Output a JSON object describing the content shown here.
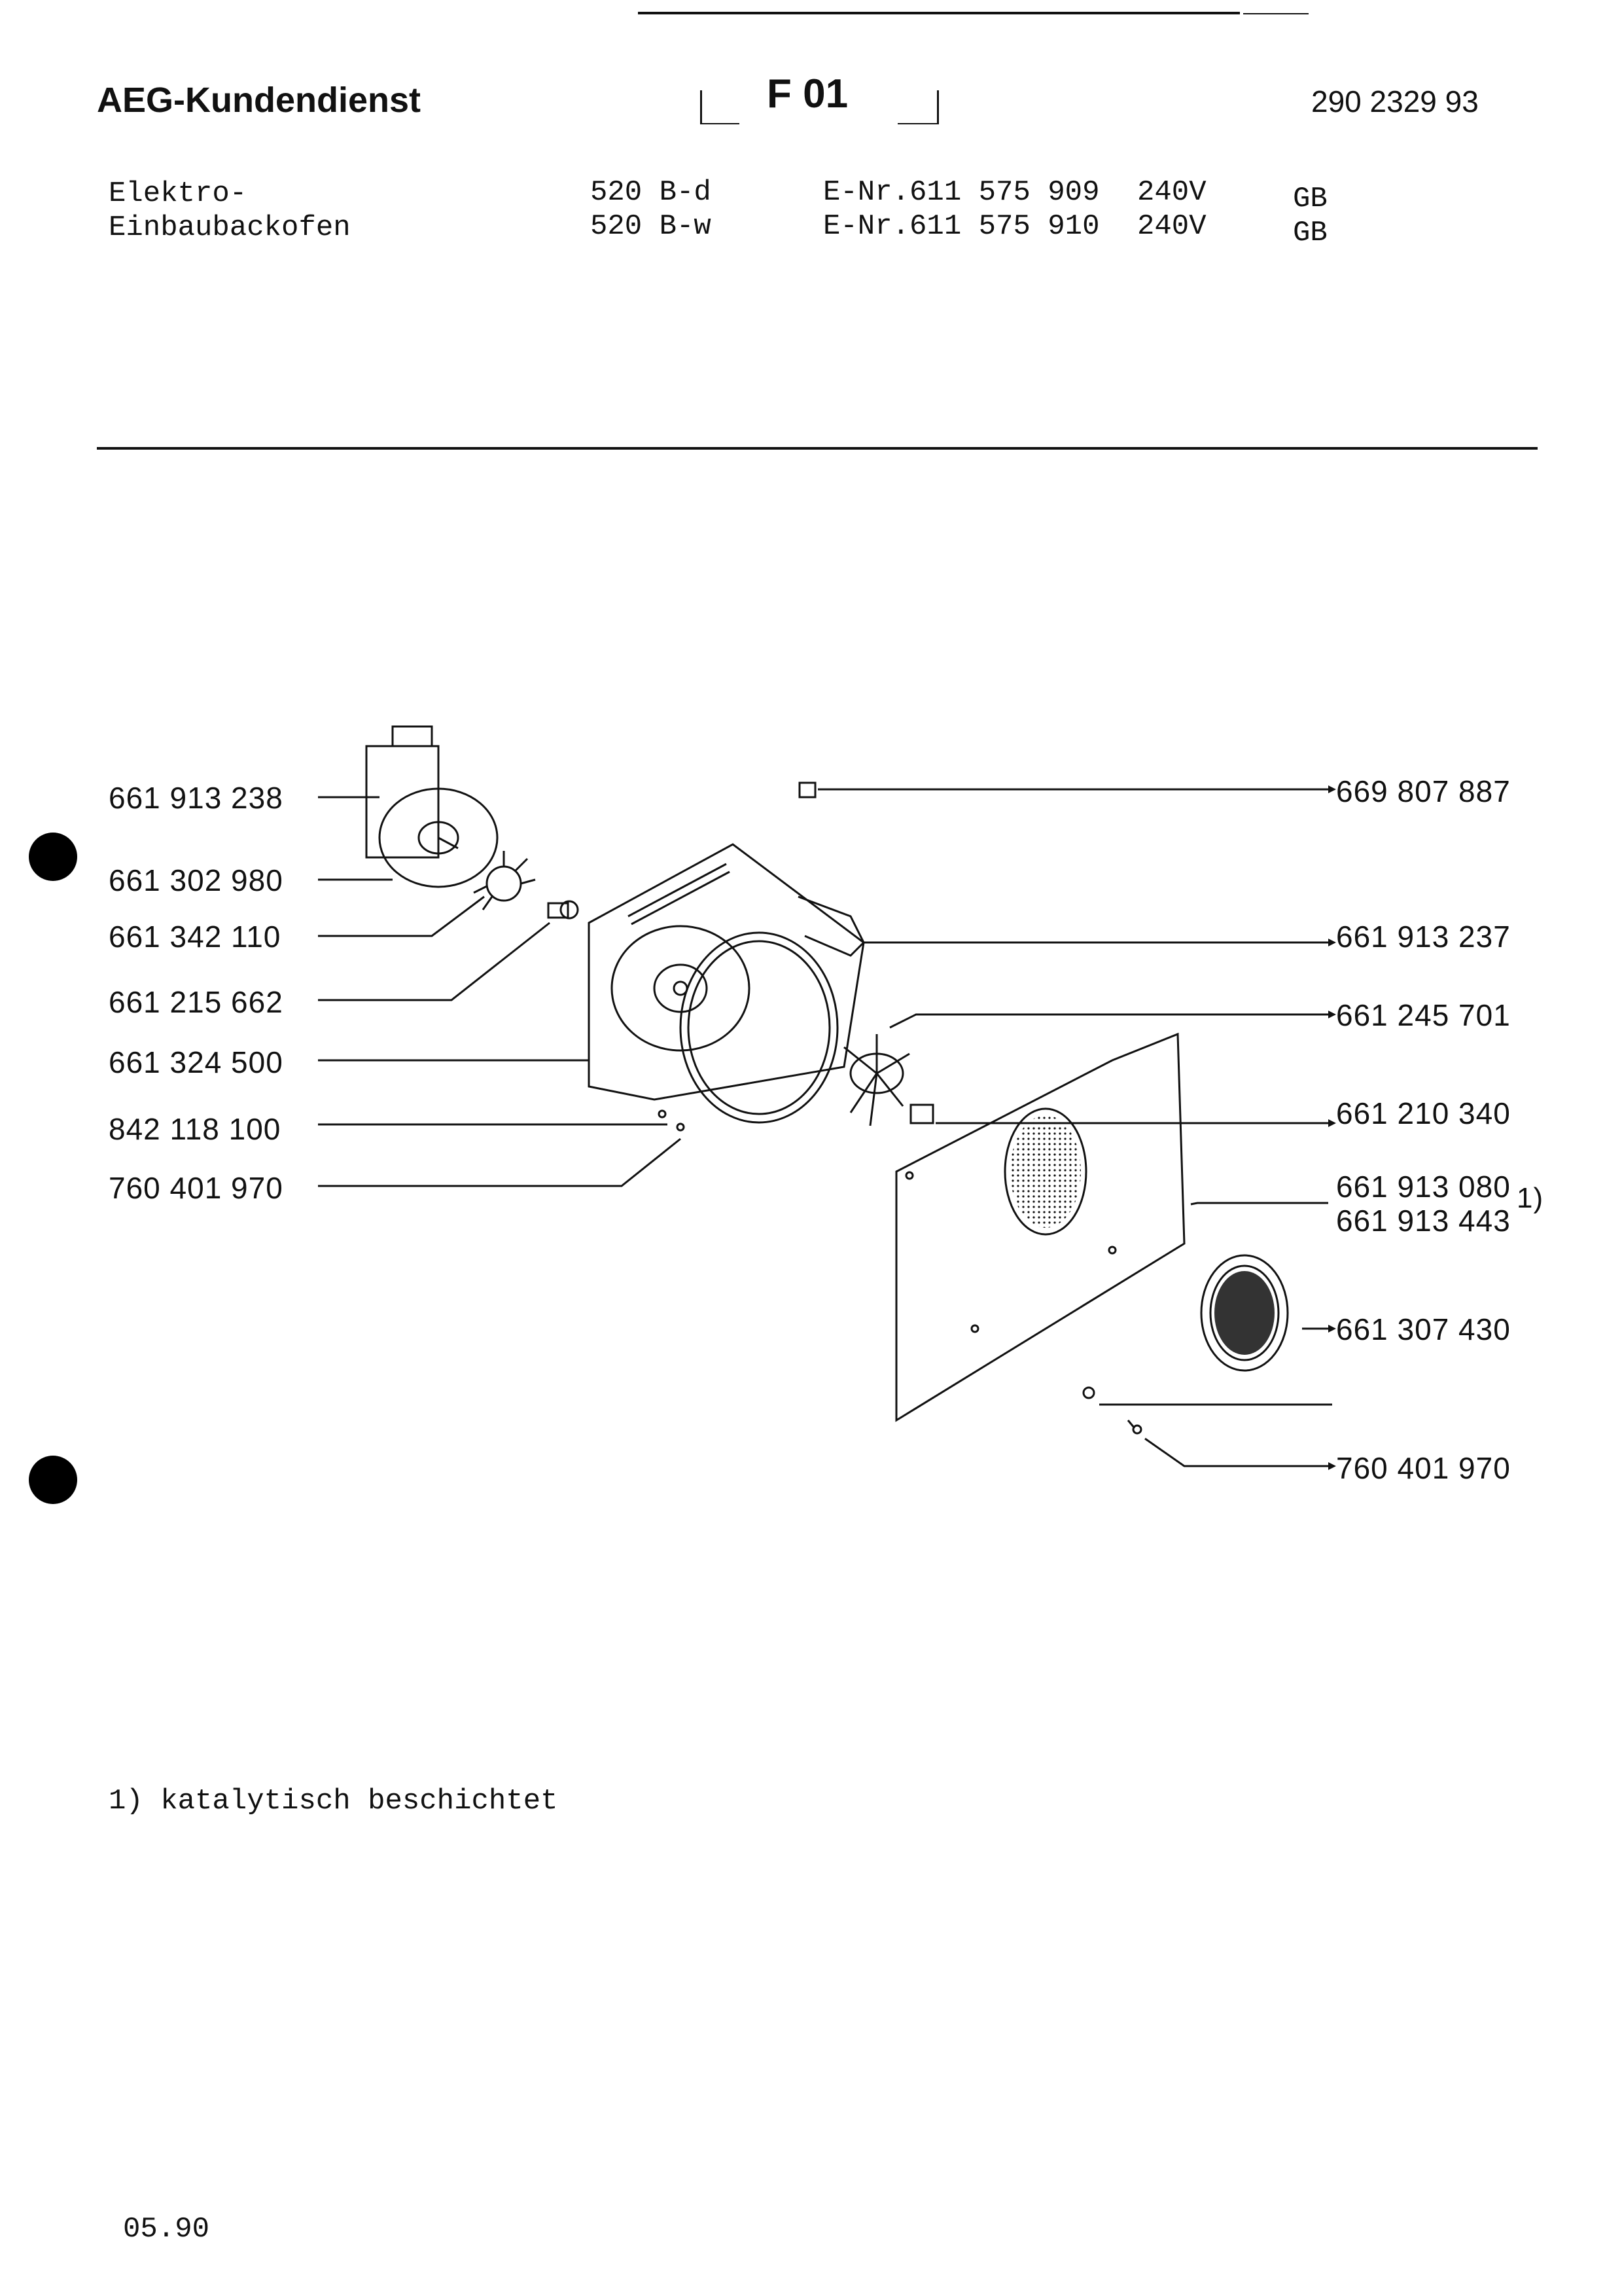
{
  "header": {
    "brand": "AEG-Kundendienst",
    "sheet_code": "F 01",
    "document_number": "290 2329 93"
  },
  "models": {
    "product_line1": "Elektro-",
    "product_line2": "Einbaubackofen",
    "rows": [
      {
        "model": "520 B-d",
        "enr": "E-Nr.611 575 909",
        "voltage": "240V",
        "country": "GB"
      },
      {
        "model": "520 B-w",
        "enr": "E-Nr.611 575 910",
        "voltage": "240V",
        "country": "GB"
      }
    ]
  },
  "parts_left": [
    "661 913 238",
    "661 302 980",
    "661 342 110",
    "661 215 662",
    "661 324 500",
    "842 118 100",
    "760 401 970"
  ],
  "parts_right": [
    "669 807 887",
    "661 913 237",
    "661 245 701",
    "661 210 340",
    "661 913 080",
    "661 913 443",
    "661 307 430",
    "760 401 970"
  ],
  "footnote_marker": "1)",
  "footnote": "1) katalytisch beschichtet",
  "date": "05.90"
}
